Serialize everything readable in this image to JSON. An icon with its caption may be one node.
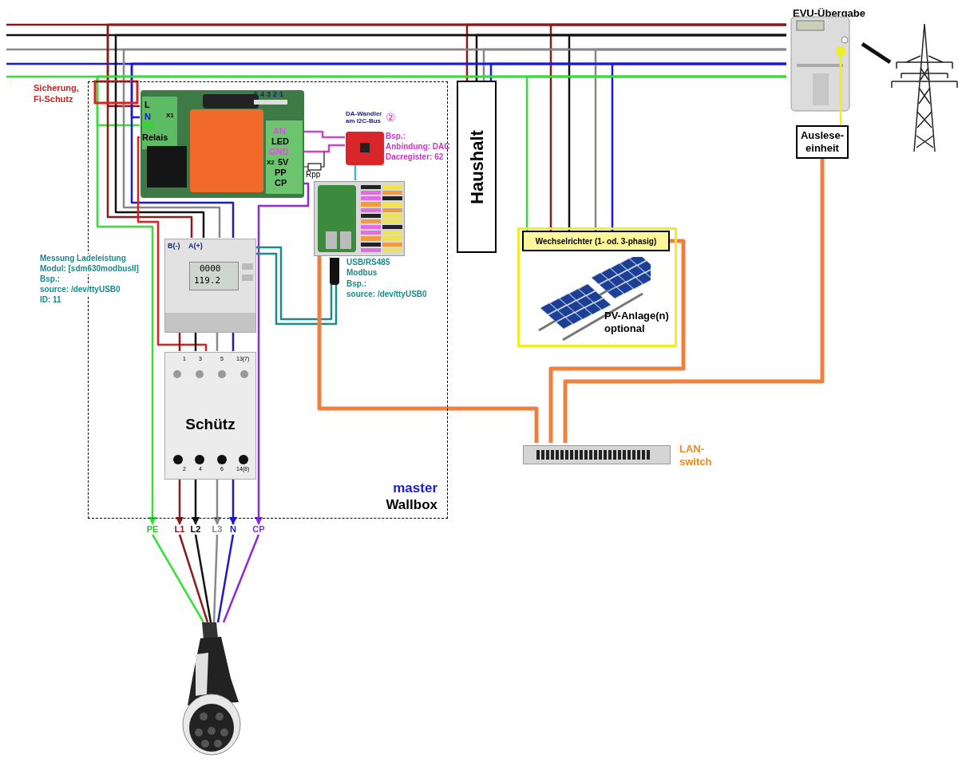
{
  "diagram": {
    "nodes": [
      {
        "text": [
          "master",
          "Wallbox"
        ]
      },
      {
        "text": [
          "Sicherung, Fi-Schutz"
        ]
      },
      {
        "text": [],
        "shape": "picture",
        "in": 0
      },
      {
        "text": [
          "DA-Wandler am I2C-Bus"
        ],
        "in": 0
      },
      {
        "text": [],
        "shape": "picture",
        "in": 0
      },
      {
        "text": [
          "USB/RS485 Modbus"
        ],
        "in": 0
      },
      {
        "text": [],
        "shape": "picture",
        "in": 0
      },
      {
        "text": [
          "Schütz"
        ],
        "in": 0
      },
      {
        "text": [
          "Haushalt"
        ]
      },
      {
        "text": [
          "PV-Anlage(n) optional"
        ]
      },
      {
        "text": [
          "Wechselrichter (1- od. 3-phasig)"
        ],
        "in": 9
      },
      {
        "text": [
          "EVU-Übergabe"
        ]
      },
      {
        "text": [],
        "shape": "picture"
      },
      {
        "text": [
          "Auslese- einheit"
        ]
      },
      {
        "text": [
          "LAN- switch"
        ]
      },
      {
        "text": [
          "PE"
        ]
      },
      {
        "text": [
          "L1"
        ]
      },
      {
        "text": [
          "L2"
        ]
      },
      {
        "text": [
          "L3"
        ]
      },
      {
        "text": [
          "N"
        ]
      },
      {
        "text": [
          "CP"
        ]
      },
      {
        "text": [],
        "shape": "picture"
      }
    ],
    "edges": [
      {
        "from": null,
        "to": 11,
        "arrow": "none",
        "color": "#8b1a1a"
      },
      {
        "from": null,
        "to": 11,
        "arrow": "none",
        "color": "#111111"
      },
      {
        "from": null,
        "to": 11,
        "arrow": "none",
        "color": "#888888"
      },
      {
        "from": null,
        "to": 11,
        "arrow": "none",
        "color": "#1a1ad6"
      },
      {
        "from": null,
        "to": 11,
        "arrow": "none",
        "color": "#33e033"
      },
      {
        "from": 11,
        "to": 8,
        "arrow": "none",
        "color": "#8b1a1a"
      },
      {
        "from": 11,
        "to": 8,
        "arrow": "none",
        "color": "#111111"
      },
      {
        "from": 11,
        "to": 8,
        "arrow": "none",
        "color": "#888888"
      },
      {
        "from": 11,
        "to": 8,
        "arrow": "none",
        "color": "#1a1ad6"
      },
      {
        "from": 11,
        "to": 10,
        "arrow": "none",
        "color": "#33e033"
      },
      {
        "from": 11,
        "to": 10,
        "arrow": "none",
        "color": "#8b1a1a"
      },
      {
        "from": 11,
        "to": 10,
        "arrow": "none",
        "color": "#111111"
      },
      {
        "from": 11,
        "to": 10,
        "arrow": "none",
        "color": "#888888"
      },
      {
        "from": 11,
        "to": 10,
        "arrow": "none",
        "color": "#1a1ad6"
      },
      {
        "from": 11,
        "to": 2,
        "arrow": "none",
        "color": "#8b1a1a"
      },
      {
        "from": 11,
        "to": 2,
        "arrow": "none",
        "color": "#1a1ad6"
      },
      {
        "from": 11,
        "to": 2,
        "arrow": "none",
        "color": "#33e033"
      },
      {
        "from": 11,
        "to": 6,
        "arrow": "none",
        "color": "#8b1a1a"
      },
      {
        "from": 11,
        "to": 6,
        "arrow": "none",
        "color": "#111111"
      },
      {
        "from": 11,
        "to": 6,
        "arrow": "none",
        "color": "#888888"
      },
      {
        "from": 11,
        "to": 6,
        "arrow": "none",
        "color": "#1a1ad6"
      },
      {
        "from": 2,
        "to": 7,
        "arrow": "none",
        "color": "#e02020"
      },
      {
        "from": 6,
        "to": 7,
        "arrow": "none",
        "color": "#8b1a1a"
      },
      {
        "from": 6,
        "to": 7,
        "arrow": "none",
        "color": "#111111"
      },
      {
        "from": 6,
        "to": 7,
        "arrow": "none",
        "color": "#888888"
      },
      {
        "from": 6,
        "to": 7,
        "arrow": "none",
        "color": "#1a1ad6"
      },
      {
        "from": 11,
        "to": 15,
        "arrow": "to",
        "color": "#33e033"
      },
      {
        "from": 7,
        "to": 16,
        "arrow": "to",
        "color": "#8b1a1a"
      },
      {
        "from": 7,
        "to": 17,
        "arrow": "to",
        "color": "#111111"
      },
      {
        "from": 7,
        "to": 18,
        "arrow": "to",
        "color": "#888888"
      },
      {
        "from": 7,
        "to": 19,
        "arrow": "to",
        "color": "#1a1ad6"
      },
      {
        "from": 2,
        "to": 20,
        "arrow": "to",
        "color": "#8a2be2"
      },
      {
        "from": 2,
        "to": 3,
        "arrow": "none",
        "color": "#cc44cc"
      },
      {
        "from": 2,
        "to": 3,
        "arrow": "none",
        "color": "#cc44cc"
      },
      {
        "from": 3,
        "to": 4,
        "arrow": "none",
        "color": "#40b0e0"
      },
      {
        "from": 6,
        "to": 5,
        "arrow": "none",
        "color": "#1a8a8a"
      },
      {
        "from": 6,
        "to": 5,
        "arrow": "none",
        "color": "#1a8a8a"
      },
      {
        "from": 4,
        "to": 14,
        "arrow": "none",
        "color": "#f08040",
        "style": "thick"
      },
      {
        "from": 10,
        "to": 14,
        "arrow": "none",
        "color": "#f08040",
        "style": "thick"
      },
      {
        "from": 13,
        "to": 14,
        "arrow": "none",
        "color": "#f08040",
        "style": "thick"
      },
      {
        "from": 11,
        "to": 13,
        "arrow": "none",
        "color": "#eeee22"
      },
      {
        "from": 11,
        "to": 12,
        "arrow": "none",
        "style": "thick",
        "color": "#111111"
      },
      {
        "from": 15,
        "to": 21,
        "arrow": "none",
        "color": "#33e033"
      },
      {
        "from": 16,
        "to": 21,
        "arrow": "none",
        "color": "#8b1a1a"
      },
      {
        "from": 17,
        "to": 21,
        "arrow": "none",
        "color": "#111111"
      },
      {
        "from": 18,
        "to": 21,
        "arrow": "none",
        "color": "#888888"
      },
      {
        "from": 19,
        "to": 21,
        "arrow": "none",
        "color": "#1a1ad6"
      },
      {
        "from": 20,
        "to": 21,
        "arrow": "none",
        "color": "#8a2be2"
      }
    ],
    "labels": [
      "L",
      "N",
      "PE",
      "Relais",
      "X1",
      "5",
      "4",
      "3",
      "2",
      "1",
      "AN",
      "LED",
      "GND",
      "X2",
      "5V",
      "PP",
      "CP",
      "Rpp",
      "②",
      "Bsp.:",
      "Anbindung: DAC",
      "Dacregister: 62",
      "Bsp.:",
      "source: /dev/ttyUSB0",
      "Messung Ladeleistung",
      "Modul: [sdm630modbusII]",
      "Bsp.:",
      "source: /dev/ttyUSB0",
      "ID: 11",
      "B(-)",
      "A(+)",
      "0000",
      "119.2",
      "1",
      "3",
      "5",
      "13(7)",
      "2",
      "4",
      "6",
      "14(8)"
    ]
  }
}
